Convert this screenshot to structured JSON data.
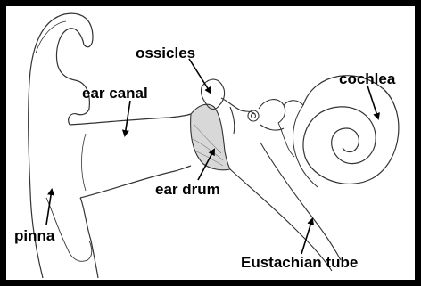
{
  "labels": {
    "ossicles": "ossicles",
    "ear_canal": "ear canal",
    "cochlea": "cochlea",
    "ear_drum": "ear drum",
    "pinna": "pinna",
    "eustachian_tube": "Eustachian tube"
  },
  "colors": {
    "border": "#000000",
    "background": "#ffffff",
    "stroke": "#333333",
    "ear_drum_fill": "#d8d8d8"
  }
}
